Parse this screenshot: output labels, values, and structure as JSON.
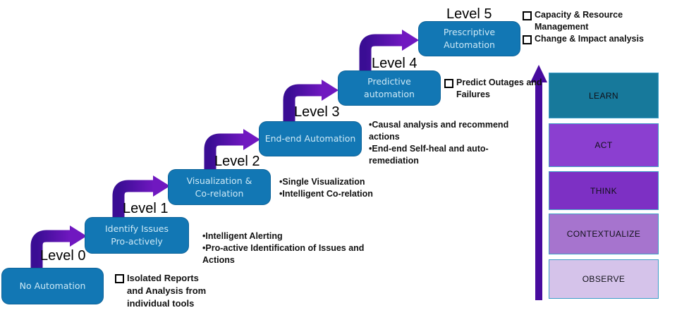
{
  "palette": {
    "step_box": "#1277B4",
    "step_box_text": "#CDE9F6",
    "arrow_dark": "#3A0D94",
    "arrow_bright": "#7018C0",
    "up_arrow": "#470B9E",
    "learn": "#17799B",
    "act": "#8B3FD0",
    "think": "#7D30C4",
    "contextualize": "#A674CE",
    "observe": "#D5C3EA"
  },
  "levels": [
    {
      "label": "Level 0",
      "box_label": "No Automation"
    },
    {
      "label": "Level 1",
      "box_label": "Identify Issues\nPro-actively"
    },
    {
      "label": "Level 2",
      "box_label": "Visualization &\nCo-relation"
    },
    {
      "label": "Level 3",
      "box_label": "End-end Automation"
    },
    {
      "label": "Level 4",
      "box_label": "Predictive\nautomation"
    },
    {
      "label": "Level 5",
      "box_label": "Prescriptive\nAutomation"
    }
  ],
  "annotations": [
    {
      "type": "checkbox",
      "items": [
        "Isolated  Reports\nand Analysis from\nindividual tools"
      ]
    },
    {
      "type": "bullets",
      "text": "•Intelligent Alerting\n•Pro-active Identification of Issues and\nActions"
    },
    {
      "type": "bullets",
      "text": "•Single Visualization\n•Intelligent Co-relation"
    },
    {
      "type": "bullets",
      "text": "•Causal analysis and recommend\nactions\n•End-end Self-heal and auto-\nremediation"
    },
    {
      "type": "checkbox",
      "items": [
        "Predict Outages and\nFailures"
      ]
    },
    {
      "type": "checkbox",
      "items": [
        "Capacity & Resource\nManagement",
        "Change & Impact analysis"
      ]
    }
  ],
  "panel": {
    "items": [
      {
        "label": "LEARN"
      },
      {
        "label": "ACT"
      },
      {
        "label": "THINK"
      },
      {
        "label": "CONTEXTUALIZE"
      },
      {
        "label": "OBSERVE"
      }
    ]
  }
}
